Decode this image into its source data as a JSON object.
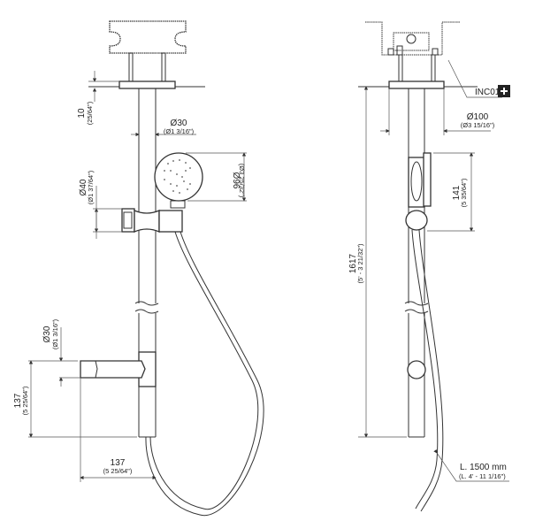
{
  "side_view": {
    "dim_flange": {
      "value": "10",
      "imperial": "(25/64\")"
    },
    "dim_pipe": {
      "value": "Ø30",
      "imperial": "(Ø1 3/16\")"
    },
    "dim_head": {
      "value": "Ø96",
      "imperial": "(Ø3 25/32\")"
    },
    "dim_holder": {
      "value": "Ø40",
      "imperial": "(Ø1 37/64\")"
    },
    "dim_outlet": {
      "value": "Ø30",
      "imperial": "(Ø1 3/16\")"
    },
    "dim_outlet_height": {
      "value": "137",
      "imperial": "(5 25/64\")"
    },
    "dim_outlet_length": {
      "value": "137",
      "imperial": "(5 25/64\")"
    }
  },
  "front_view": {
    "dim_total": {
      "value": "1617",
      "imperial": "(5' - 3 21/32\")"
    },
    "dim_flange": {
      "value": "Ø100",
      "imperial": "(Ø3 15/16\")"
    },
    "dim_holder": {
      "value": "141",
      "imperial": "(5 35/64\")"
    },
    "included_part": {
      "label": "INC01",
      "icon": "plus-icon"
    },
    "hose": {
      "value": "L. 1500 mm",
      "imperial": "(L. 4' - 11 1/16\")"
    }
  }
}
